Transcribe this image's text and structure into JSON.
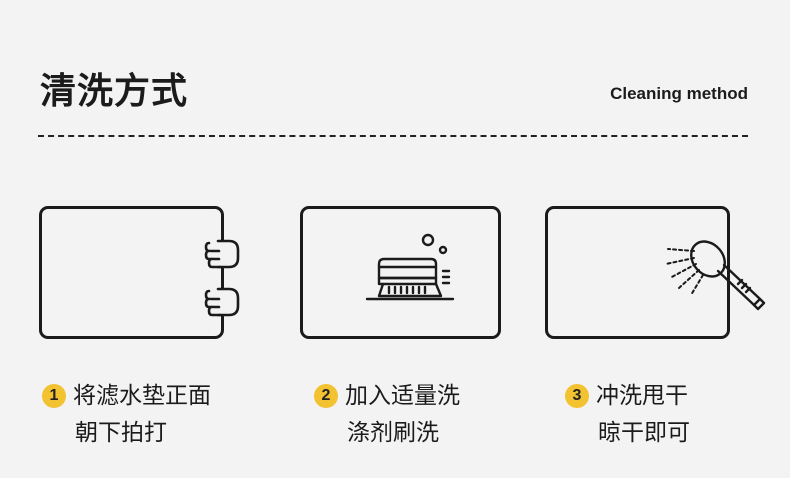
{
  "header": {
    "title": "清洗方式",
    "subtitle": "Cleaning method"
  },
  "steps": [
    {
      "number": "1",
      "line1": "将滤水垫正面",
      "line2": "朝下拍打",
      "icon": "hands-patting-icon"
    },
    {
      "number": "2",
      "line1": "加入适量洗",
      "line2": "涤剂刷洗",
      "icon": "brush-with-bubbles-icon"
    },
    {
      "number": "3",
      "line1": "冲洗甩干",
      "line2": "晾干即可",
      "icon": "shower-head-icon"
    }
  ],
  "colors": {
    "background": "#f3f3f3",
    "ink": "#1b1b1b",
    "badge": "#f3c230"
  }
}
